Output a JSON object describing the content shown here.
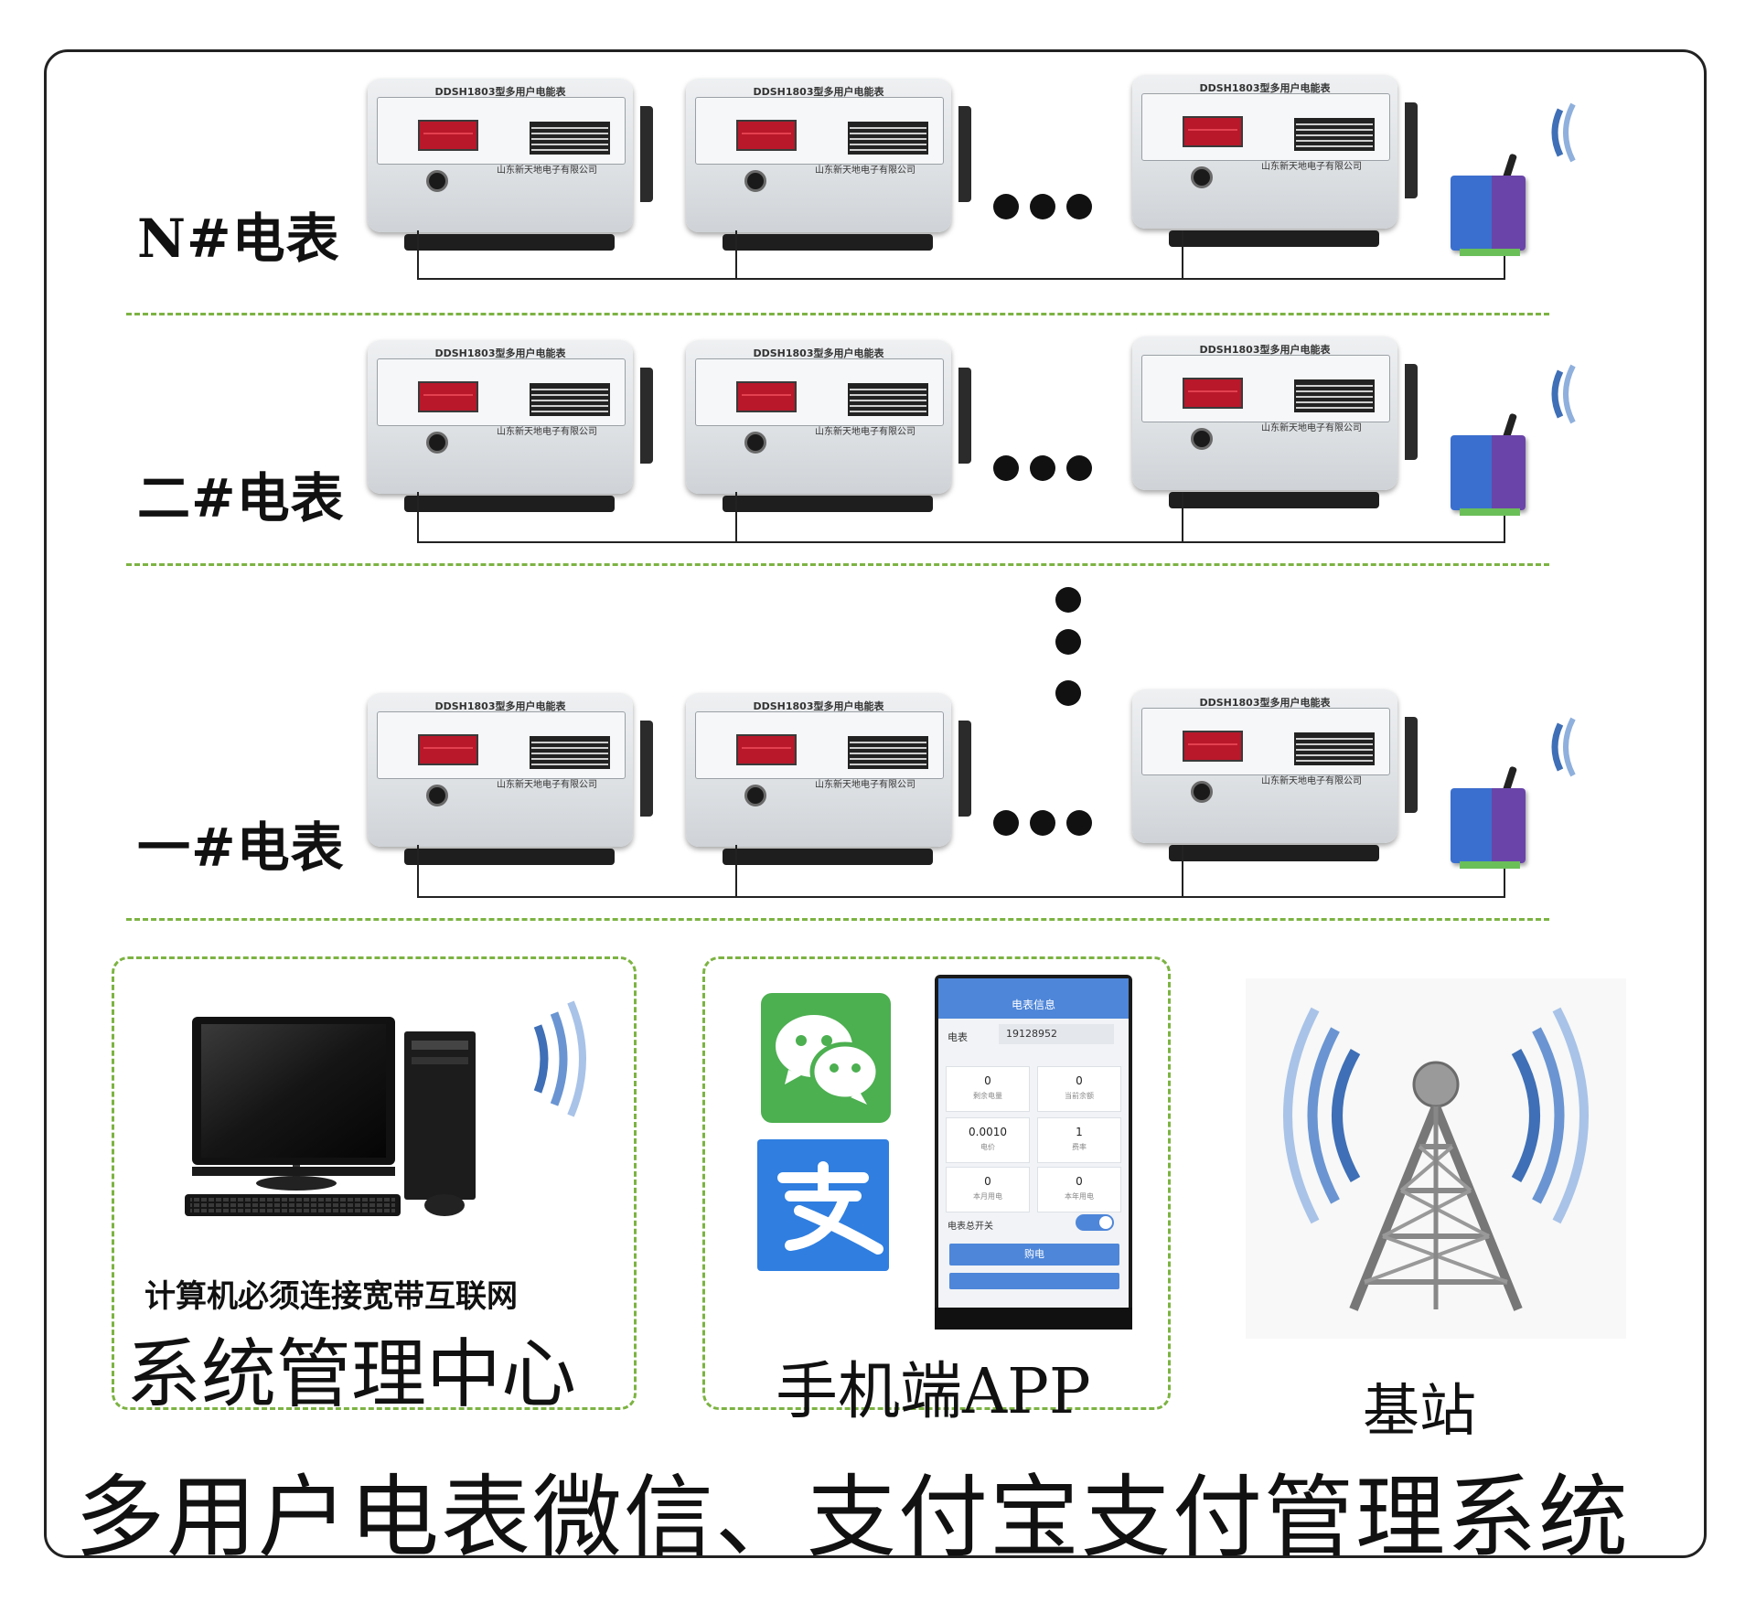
{
  "row_labels": {
    "n": "N#电表",
    "two": "二#电表",
    "one": "一#电表"
  },
  "meter": {
    "title": "DDSH1803型多用户电能表",
    "maker": "山东新天地电子有限公司"
  },
  "center": {
    "note": "计算机必须连接宽带互联网",
    "title": "系统管理中心"
  },
  "app": {
    "title": "手机端APP",
    "screen_title": "电表信息",
    "meter_label": "电表",
    "meter_no": "19128952",
    "cells": [
      {
        "value": "0",
        "key": "剩余电量"
      },
      {
        "value": "0",
        "key": "当前余额"
      },
      {
        "value": "0.0010",
        "key": "电价"
      },
      {
        "value": "1",
        "key": "费率"
      },
      {
        "value": "0",
        "key": "本月用电"
      },
      {
        "value": "0",
        "key": "本年用电"
      }
    ],
    "switch_label": "电表总开关",
    "switch_state": "ON",
    "recharge_label": "购电"
  },
  "base_station": {
    "title": "基站"
  },
  "main_title": "多用户电表微信、支付宝支付管理系统",
  "colors": {
    "dash_green": "#7cb342",
    "wave_blue": "#3f6fb6",
    "wechat_green": "#4caf50",
    "alipay_blue": "#2f7ee0"
  }
}
